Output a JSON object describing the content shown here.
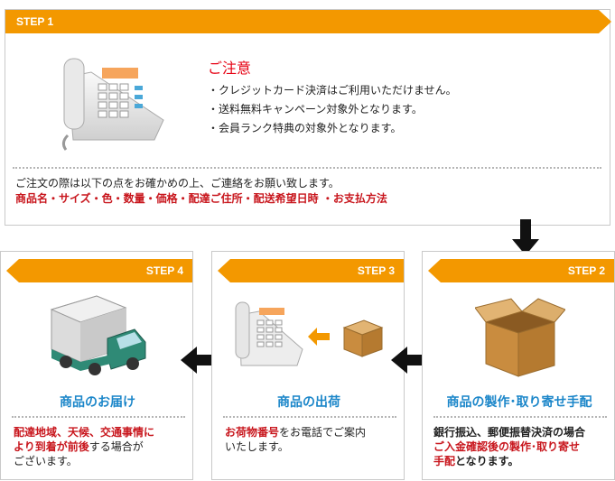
{
  "step1": {
    "label": "STEP 1",
    "notice_title": "ご注意",
    "notices": [
      "・クレジットカード決済はご利用いただけません。",
      "・送料無料キャンペーン対象外となります。",
      "・会員ランク特典の対象外となります。"
    ],
    "confirm_text": "ご注文の際は以下の点をお確かめの上、ご連絡をお願い致します。",
    "confirm_items": "商品名・サイズ・色・数量・価格・配達ご住所・配送希望日時 ・お支払方法"
  },
  "step2": {
    "label": "STEP 2",
    "title": "商品の製作･取り寄せ手配",
    "line1": "銀行振込、郵便振替決済の場合",
    "line2_red": "ご入金確認後の製作･取り寄せ",
    "line3_red": "手配",
    "line3_rest": "となります。"
  },
  "step3": {
    "label": "STEP 3",
    "title": "商品の出荷",
    "line1_red": "お荷物番号",
    "line1_rest": "をお電話でご案内",
    "line2": "いたします。"
  },
  "step4": {
    "label": "STEP 4",
    "title": "商品のお届け",
    "line1_red": "配達地域、天候、交通事情に",
    "line2_red": "より到着が前後",
    "line2_rest": "する場合が",
    "line3": "ございます。"
  },
  "icons": {
    "step1_image": "telephone-icon",
    "step2_image": "cardboard-box-icon",
    "step3_images": [
      "telephone-icon",
      "orange-arrow-icon",
      "small-box-icon"
    ],
    "step4_image": "delivery-truck-icon"
  },
  "colors": {
    "accent": "#f39800",
    "title_blue": "#1b86c9",
    "alert_red": "#c8161d",
    "notice_red": "#e60012"
  }
}
